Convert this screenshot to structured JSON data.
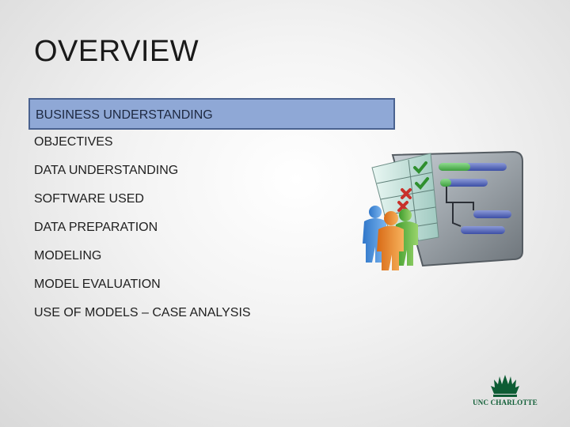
{
  "slide": {
    "title": "OVERVIEW",
    "items": [
      {
        "label": "BUSINESS UNDERSTANDING",
        "active": true
      },
      {
        "label": "OBJECTIVES",
        "active": false
      },
      {
        "label": "DATA UNDERSTANDING",
        "active": false
      },
      {
        "label": "SOFTWARE USED",
        "active": false
      },
      {
        "label": "DATA PREPARATION",
        "active": false
      },
      {
        "label": "MODELING",
        "active": false
      },
      {
        "label": "MODEL EVALUATION",
        "active": false
      },
      {
        "label": "USE OF MODELS – CASE ANALYSIS",
        "active": false
      }
    ]
  },
  "illustration": {
    "icon": "project-checklist-people-icon",
    "checklist_marks": [
      "check",
      "check",
      "cross",
      "cross"
    ]
  },
  "logo": {
    "text": "UNC CHARLOTTE",
    "color": "#0d5c34"
  },
  "colors": {
    "highlight_fill": "#8fa8d6",
    "highlight_border": "#4a6290",
    "check": "#2f8f2f",
    "cross": "#c8312a"
  }
}
